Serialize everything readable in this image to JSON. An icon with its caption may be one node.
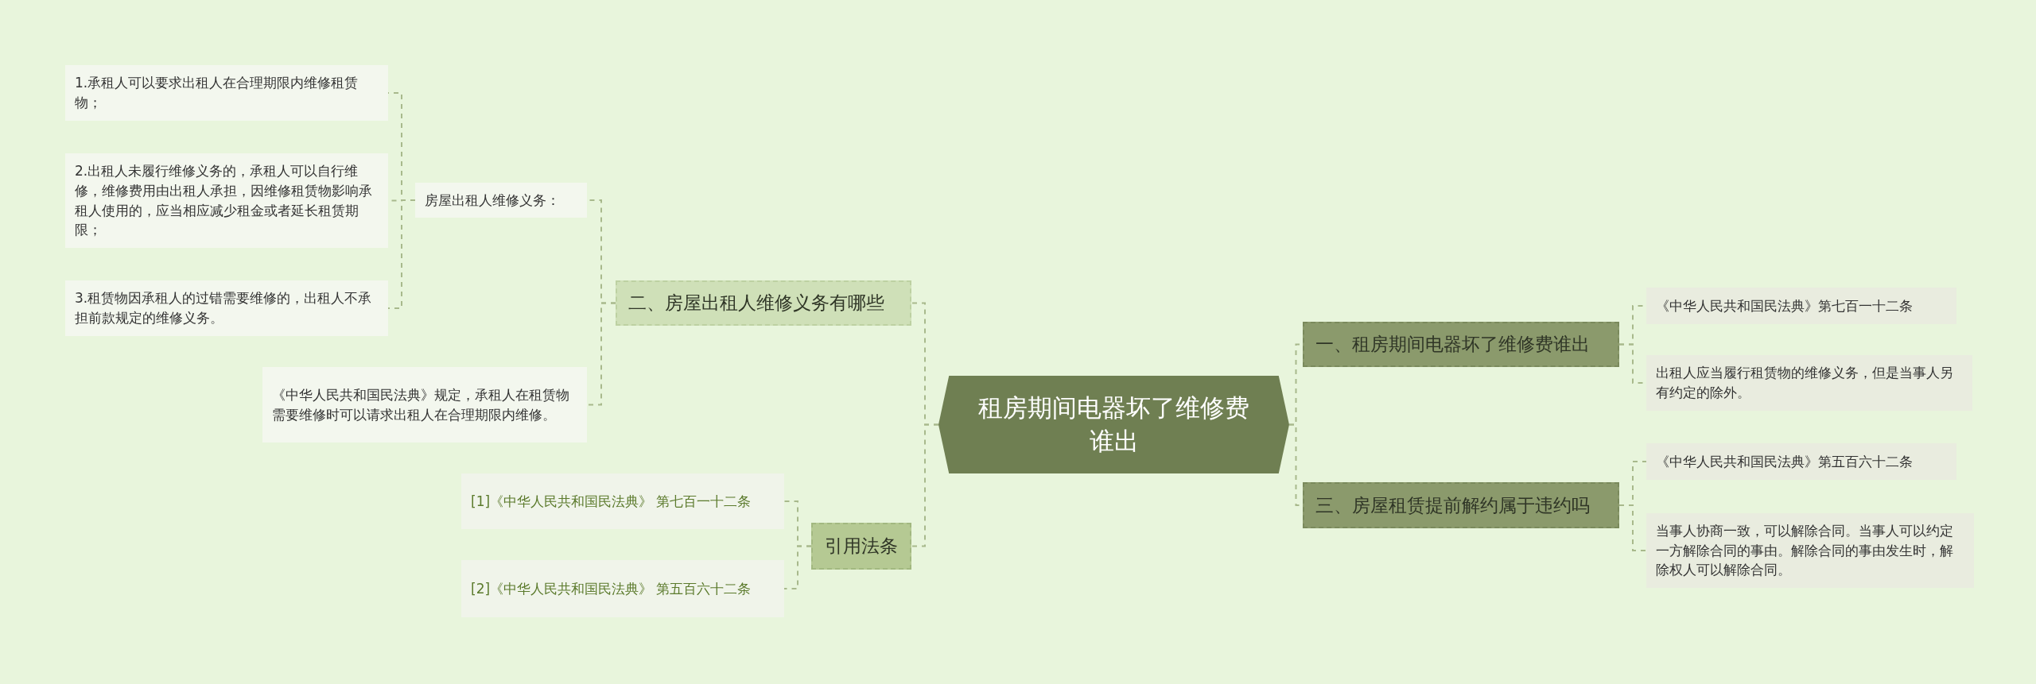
{
  "diagram": {
    "nodes": [
      {
        "text": [
          "租房期间电器坏了维修费谁出"
        ]
      },
      {
        "text": [
          "一、租房期间电器坏了维修费谁出"
        ]
      },
      {
        "text": [
          "《中华人民共和国民法典》第七百一十二条"
        ]
      },
      {
        "text": [
          "出租人应当履行租赁物的维修义务，但是当事人另有约定的除外。"
        ]
      },
      {
        "text": [
          "三、房屋租赁提前解约属于违约吗"
        ]
      },
      {
        "text": [
          "《中华人民共和国民法典》第五百六十二条"
        ]
      },
      {
        "text": [
          "当事人协商一致，可以解除合同。当事人可以约定一方解除合同的事由。解除合同的事由发生时，解除权人可以解除合同。"
        ]
      },
      {
        "text": [
          "二、房屋出租人维修义务有哪些"
        ]
      },
      {
        "text": [
          "房屋出租人维修义务："
        ]
      },
      {
        "text": [
          "1.承租人可以要求出租人在合理期限内维修租赁物；"
        ]
      },
      {
        "text": [
          "2.出租人未履行维修义务的，承租人可以自行维修，维修费用由出租人承担，因维修租赁物影响承租人使用的，应当相应减少租金或者延长租赁期限；"
        ]
      },
      {
        "text": [
          "3.租赁物因承租人的过错需要维修的，出租人不承担前款规定的维修义务。"
        ]
      },
      {
        "text": [
          "《中华人民共和国民法典》规定，承租人在租赁物需要维修时可以请求出租人在合理期限内维修。"
        ]
      },
      {
        "text": [
          "引用法条"
        ]
      },
      {
        "text": [
          "[1]《中华人民共和国民法典》 第七百一十二条"
        ]
      },
      {
        "text": [
          "[2]《中华人民共和国民法典》 第五百六十二条"
        ]
      }
    ],
    "edges": [
      {
        "from": 0,
        "to": 1,
        "arrow": "none"
      },
      {
        "from": 1,
        "to": 2,
        "arrow": "none"
      },
      {
        "from": 1,
        "to": 3,
        "arrow": "none"
      },
      {
        "from": 0,
        "to": 4,
        "arrow": "none"
      },
      {
        "from": 4,
        "to": 5,
        "arrow": "none"
      },
      {
        "from": 4,
        "to": 6,
        "arrow": "none"
      },
      {
        "from": 0,
        "to": 7,
        "arrow": "none"
      },
      {
        "from": 7,
        "to": 8,
        "arrow": "none"
      },
      {
        "from": 8,
        "to": 9,
        "arrow": "none"
      },
      {
        "from": 8,
        "to": 10,
        "arrow": "none"
      },
      {
        "from": 8,
        "to": 11,
        "arrow": "none"
      },
      {
        "from": 7,
        "to": 12,
        "arrow": "none"
      },
      {
        "from": 0,
        "to": 13,
        "arrow": "none"
      },
      {
        "from": 13,
        "to": 14,
        "arrow": "none"
      },
      {
        "from": 13,
        "to": 15,
        "arrow": "none"
      }
    ]
  }
}
